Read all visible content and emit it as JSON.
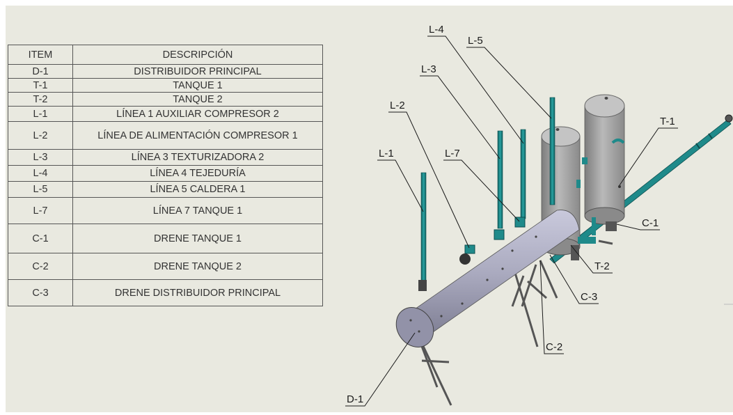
{
  "table": {
    "headers": [
      "ITEM",
      "DESCRIPCIÓN"
    ],
    "rows": [
      {
        "item": "D-1",
        "desc": "DISTRIBUIDOR PRINCIPAL"
      },
      {
        "item": "T-1",
        "desc": "TANQUE 1"
      },
      {
        "item": "T-2",
        "desc": "TANQUE 2"
      },
      {
        "item": "L-1",
        "desc": "LÍNEA 1 AUXILIAR COMPRESOR 2"
      },
      {
        "item": "L-2",
        "desc": "LÍNEA DE ALIMENTACIÓN COMPRESOR 1"
      },
      {
        "item": "L-3",
        "desc": "LÍNEA 3 TEXTURIZADORA 2"
      },
      {
        "item": "L-4",
        "desc": "LÍNEA 4 TEJEDURÍA"
      },
      {
        "item": "L-5",
        "desc": "LÍNEA 5 CALDERA 1"
      },
      {
        "item": "L-7",
        "desc": "LÍNEA 7 TANQUE 1"
      },
      {
        "item": "C-1",
        "desc": "DRENE TANQUE 1"
      },
      {
        "item": "C-2",
        "desc": "DRENE TANQUE 2"
      },
      {
        "item": "C-3",
        "desc": "DRENE DISTRIBUIDOR PRINCIPAL"
      }
    ]
  },
  "callouts": {
    "l4": "L-4",
    "l5": "L-5",
    "l3": "L-3",
    "l2": "L-2",
    "l7": "L-7",
    "l1": "L-1",
    "t1": "T-1",
    "c1": "C-1",
    "t2": "T-2",
    "c3": "C-3",
    "c2": "C-2",
    "d1": "D-1"
  },
  "colors": {
    "background": "#e9e9e0",
    "pipe": "#1f8a8a",
    "vessel": "#a9a9a9",
    "distributor": "#a8a8bd",
    "stand": "#555555"
  }
}
